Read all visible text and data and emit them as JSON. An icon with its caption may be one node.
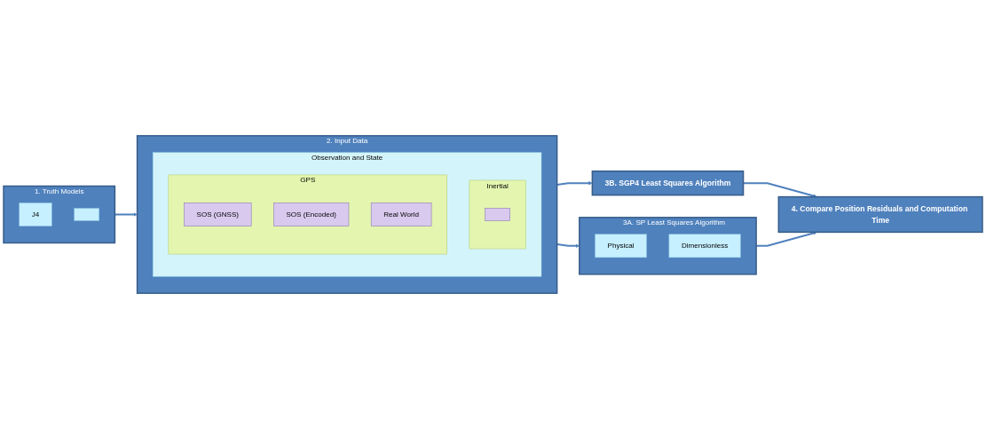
{
  "diagram": {
    "nodes": [
      {
        "text": [
          "1. Truth Models"
        ]
      },
      {
        "text": [
          "J4"
        ],
        "in": 0
      },
      {
        "text": [],
        "shape": "box",
        "in": 0
      },
      {
        "text": [
          "2. Input Data"
        ]
      },
      {
        "text": [
          "Observation and State"
        ],
        "in": 3
      },
      {
        "text": [
          "Inertial"
        ],
        "in": 4
      },
      {
        "text": [],
        "shape": "box",
        "in": 5
      },
      {
        "text": [
          "GPS"
        ],
        "in": 4
      },
      {
        "text": [
          "SOS (GNSS)"
        ],
        "in": 7
      },
      {
        "text": [
          "SOS (Encoded)"
        ],
        "in": 7
      },
      {
        "text": [
          "Real World"
        ],
        "in": 7
      },
      {
        "text": [
          "3A. SP Least Squares Algorithm"
        ]
      },
      {
        "text": [
          "Physical"
        ],
        "in": 11
      },
      {
        "text": [
          "Dimensionless"
        ],
        "in": 11
      },
      {
        "text": [
          "3B. SGP4 Least Squares Algorithm"
        ]
      },
      {
        "text": [
          "4. Compare Position Residuals and Computation Time"
        ]
      }
    ],
    "edges": [
      {
        "from": 0,
        "to": 3,
        "arrow": "to"
      },
      {
        "from": 3,
        "to": 11,
        "arrow": "to"
      },
      {
        "from": 3,
        "to": 14,
        "arrow": "to"
      },
      {
        "from": 11,
        "to": 15,
        "arrow": "to"
      },
      {
        "from": 14,
        "to": 15,
        "arrow": "to"
      }
    ]
  }
}
